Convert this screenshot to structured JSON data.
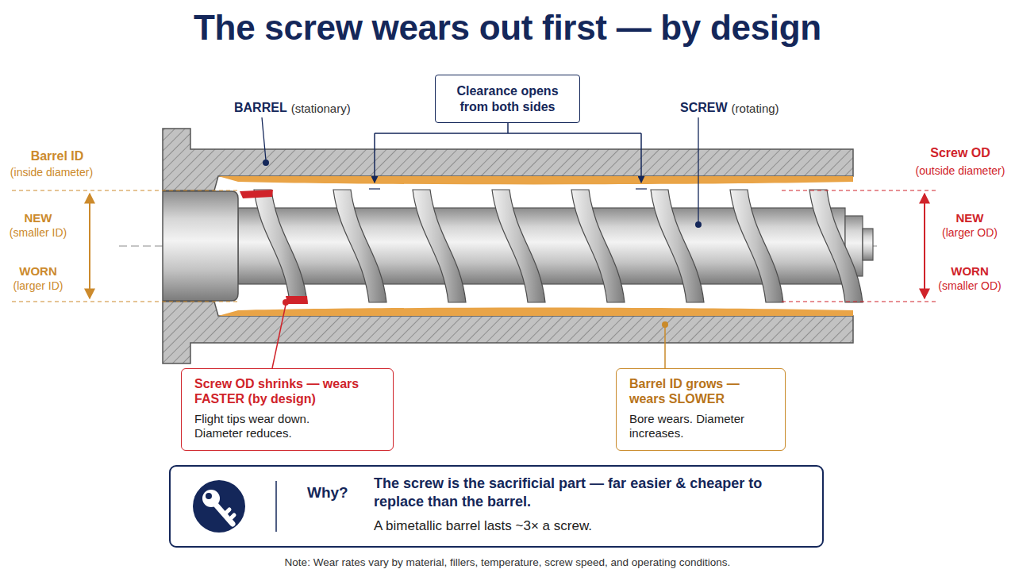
{
  "diagram": {
    "title": "The screw wears out first — by design",
    "caption": "Note: Wear rates vary by material, fillers, temperature, screw speed, and operating conditions.",
    "nodes": [
      {
        "text": [
          "Clearance opens from both sides"
        ]
      },
      {
        "text": [
          "Screw OD shrinks — wears FASTER (by design)",
          "Flight tips wear down. Diameter reduces."
        ]
      },
      {
        "text": [
          "Barrel ID grows — wears SLOWER",
          "Bore wears. Diameter increases."
        ]
      },
      {
        "text": [
          "Why?",
          "The screw is the sacrificial part — far easier & cheaper to replace than the barrel.",
          "A bimetallic barrel lasts ~3× a screw."
        ]
      }
    ],
    "labels": [
      "BARREL",
      "(stationary)",
      "SCREW",
      "(rotating)",
      "Barrel ID",
      "(inside diameter)",
      "NEW",
      "(smaller ID)",
      "WORN",
      "(larger ID)",
      "Screw OD",
      "(outside diameter)",
      "NEW",
      "(larger OD)",
      "WORN",
      "(smaller OD)"
    ]
  }
}
